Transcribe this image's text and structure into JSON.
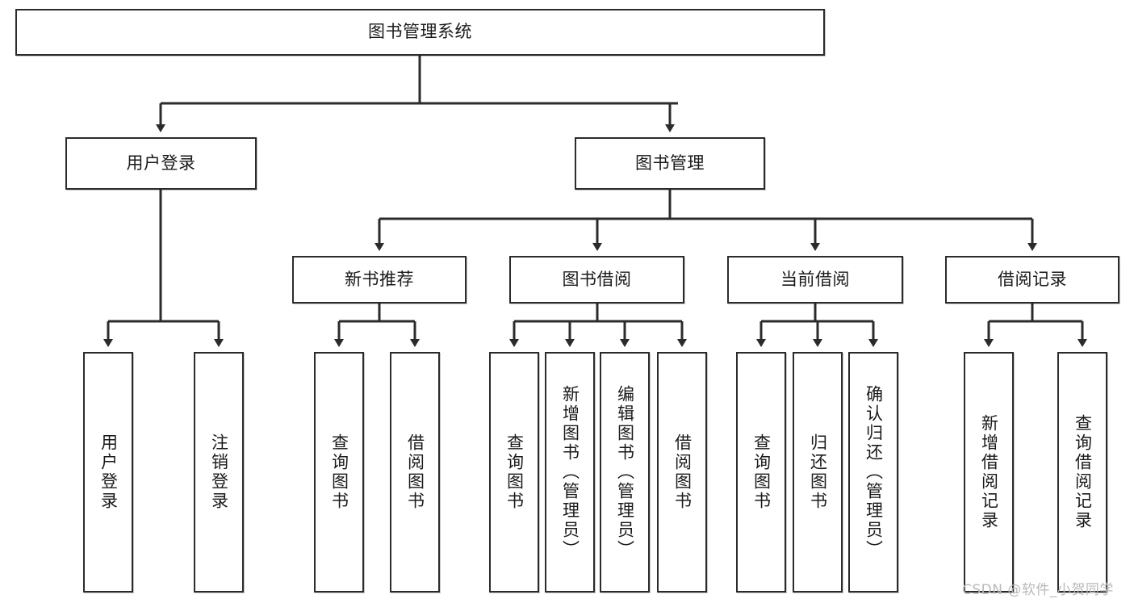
{
  "diagram": {
    "title": "图书管理系统",
    "type": "tree-hierarchy",
    "root": {
      "label": "图书管理系统"
    },
    "level2": [
      {
        "label": "用户登录"
      },
      {
        "label": "图书管理"
      }
    ],
    "level3": [
      {
        "label": "新书推荐"
      },
      {
        "label": "图书借阅"
      },
      {
        "label": "当前借阅"
      },
      {
        "label": "借阅记录"
      }
    ],
    "leaves": {
      "user_login": [
        {
          "label": "用户登录"
        },
        {
          "label": "注销登录"
        }
      ],
      "new_book_recommend": [
        {
          "label": "查询图书"
        },
        {
          "label": "借阅图书"
        }
      ],
      "book_borrow": [
        {
          "label": "查询图书"
        },
        {
          "label": "新增图书（管理员）"
        },
        {
          "label": "编辑图书（管理员）"
        },
        {
          "label": "借阅图书"
        }
      ],
      "current_borrow": [
        {
          "label": "查询图书"
        },
        {
          "label": "归还图书"
        },
        {
          "label": "确认归还（管理员）"
        }
      ],
      "borrow_record": [
        {
          "label": "新增借阅记录"
        },
        {
          "label": "查询借阅记录"
        }
      ]
    }
  },
  "watermark": {
    "text": "CSDN @软件_小贺同学"
  },
  "colors": {
    "box_border": "#2b2b2b",
    "box_fill": "#ffffff",
    "text": "#1a1a1a",
    "connector": "#2b2b2b",
    "watermark": "#b9b9b9",
    "page_background": "#ffffff"
  }
}
